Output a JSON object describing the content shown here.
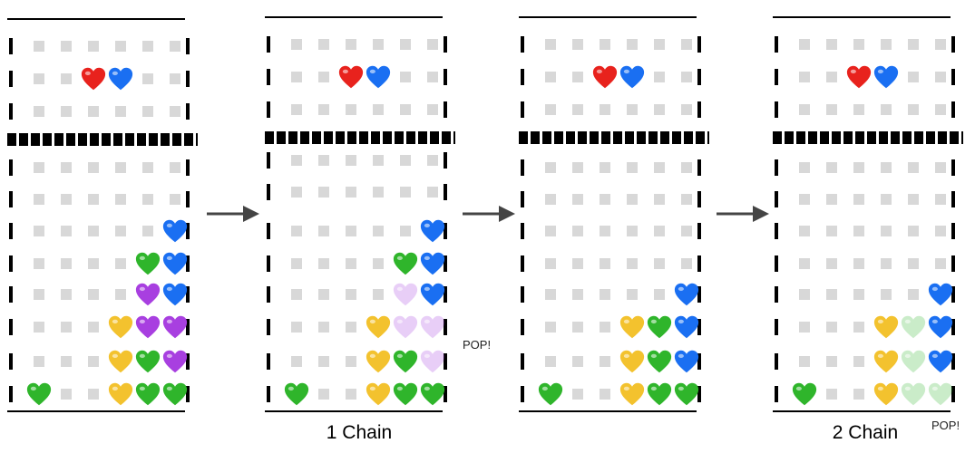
{
  "colors": {
    "red": "#e8221d",
    "blue": "#1a6ff2",
    "green": "#2fb52b",
    "purple": "#a83fe0",
    "yellow": "#f3c22e"
  },
  "captions": [
    "",
    "1 Chain",
    "",
    "2 Chain"
  ],
  "pops": [
    {
      "label": "POP!"
    },
    {
      "label": "POP!"
    }
  ],
  "boards": [
    {
      "top": [
        "......",
        "..RB..",
        "......"
      ],
      "bottom": [
        "......",
        "......",
        ".....B",
        "....GB",
        "....PB",
        "...YPP",
        "...YGP",
        "G..YGG"
      ]
    },
    {
      "top": [
        "......",
        "..RB..",
        "......"
      ],
      "bottom": [
        "......",
        "......",
        ".....B",
        "....GB",
        "....pB",
        "...Ypp",
        "...YGp",
        "G..YGG"
      ]
    },
    {
      "top": [
        "......",
        "..RB..",
        "......"
      ],
      "bottom": [
        "......",
        "......",
        "......",
        "......",
        ".....B",
        "...YGB",
        "...YGB",
        "G..YGG"
      ]
    },
    {
      "top": [
        "......",
        "..RB..",
        "......"
      ],
      "bottom": [
        "......",
        "......",
        "......",
        "......",
        ".....B",
        "...YgB",
        "...YgB",
        "G..Ygg"
      ]
    }
  ]
}
